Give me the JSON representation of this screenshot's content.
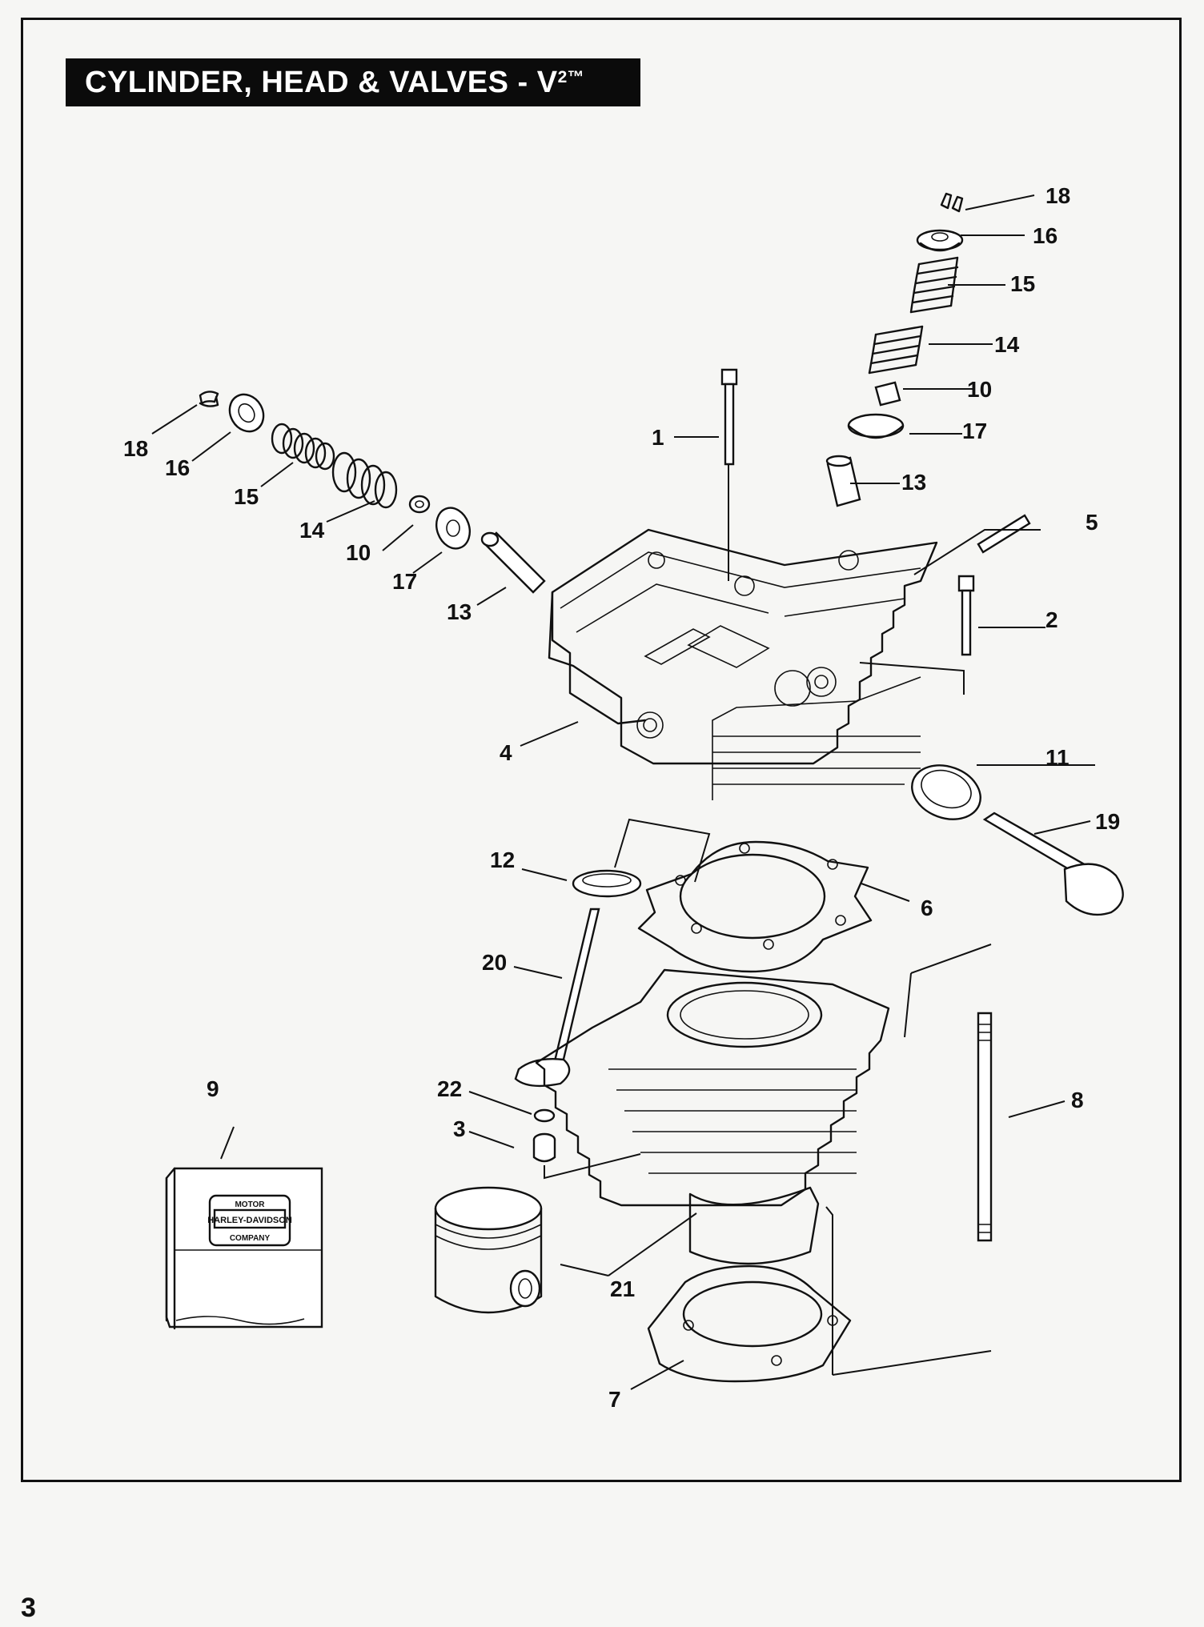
{
  "page": {
    "title": "CYLINDER, HEAD & VALVES - V",
    "title_superscript": "2™",
    "page_number": "3"
  },
  "callouts": [
    {
      "id": "c1",
      "label": "1"
    },
    {
      "id": "c2",
      "label": "2"
    },
    {
      "id": "c3",
      "label": "3"
    },
    {
      "id": "c4",
      "label": "4"
    },
    {
      "id": "c5",
      "label": "5"
    },
    {
      "id": "c6",
      "label": "6"
    },
    {
      "id": "c7",
      "label": "7"
    },
    {
      "id": "c8",
      "label": "8"
    },
    {
      "id": "c9",
      "label": "9"
    },
    {
      "id": "c10a",
      "label": "10"
    },
    {
      "id": "c10b",
      "label": "10"
    },
    {
      "id": "c11",
      "label": "11"
    },
    {
      "id": "c12",
      "label": "12"
    },
    {
      "id": "c13a",
      "label": "13"
    },
    {
      "id": "c13b",
      "label": "13"
    },
    {
      "id": "c14a",
      "label": "14"
    },
    {
      "id": "c14b",
      "label": "14"
    },
    {
      "id": "c15a",
      "label": "15"
    },
    {
      "id": "c15b",
      "label": "15"
    },
    {
      "id": "c16a",
      "label": "16"
    },
    {
      "id": "c16b",
      "label": "16"
    },
    {
      "id": "c17a",
      "label": "17"
    },
    {
      "id": "c17b",
      "label": "17"
    },
    {
      "id": "c18a",
      "label": "18"
    },
    {
      "id": "c18b",
      "label": "18"
    },
    {
      "id": "c19",
      "label": "19"
    },
    {
      "id": "c20",
      "label": "20"
    },
    {
      "id": "c21",
      "label": "21"
    },
    {
      "id": "c22",
      "label": "22"
    }
  ],
  "gasket_kit_logo": {
    "top": "MOTOR",
    "middle": "HARLEY-DAVIDSON",
    "bottom": "COMPANY"
  }
}
